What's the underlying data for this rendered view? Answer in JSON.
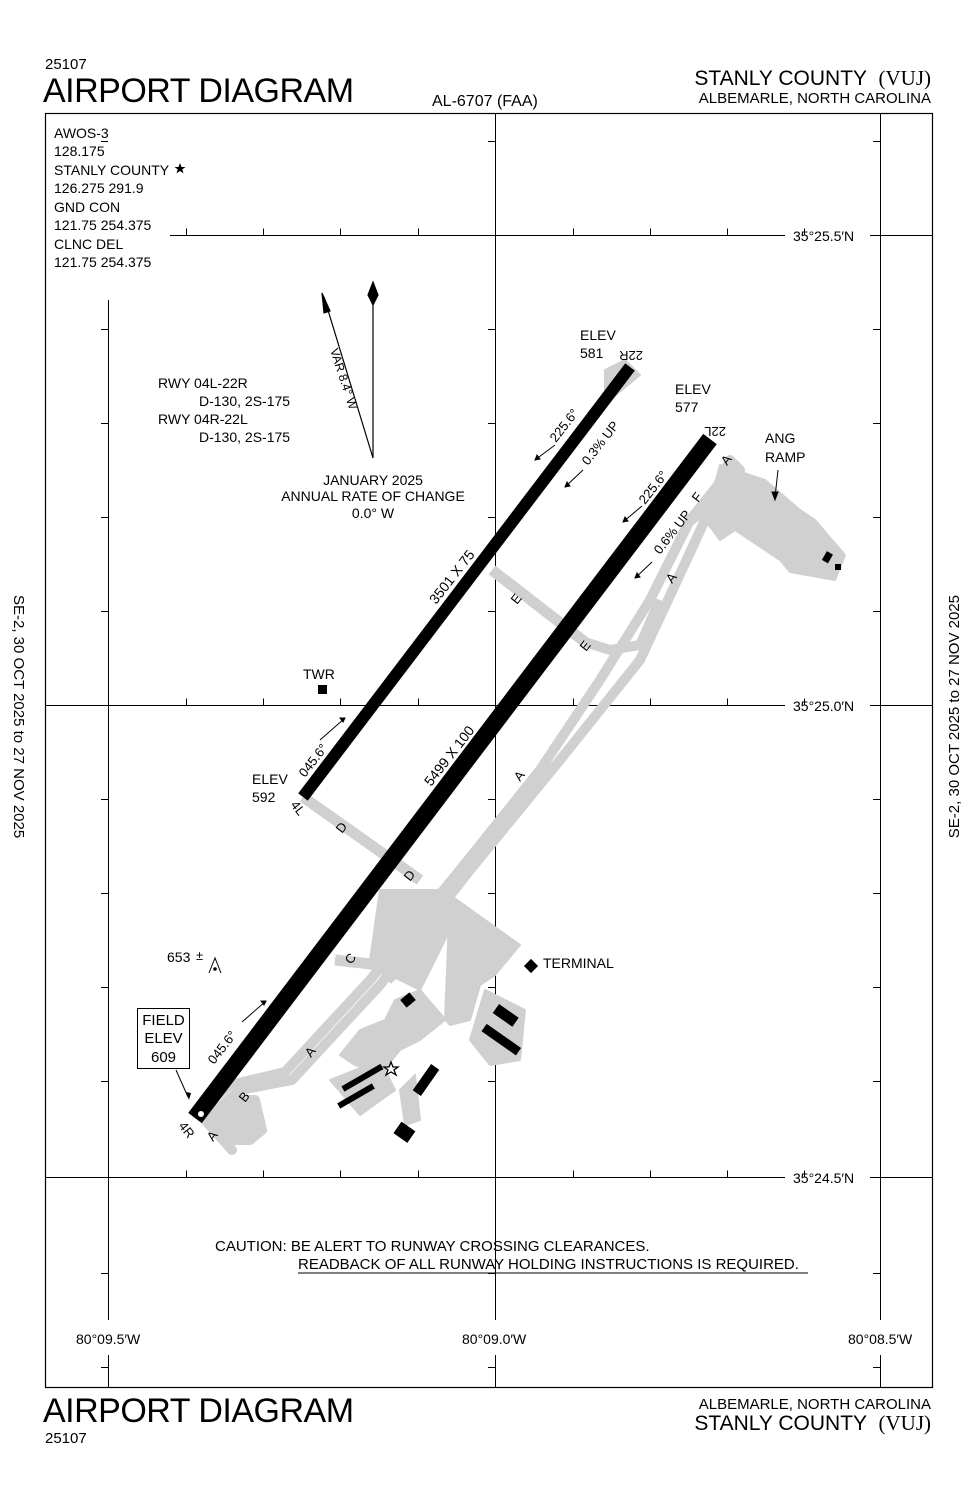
{
  "header": {
    "procedure_number": "25107",
    "title": "AIRPORT DIAGRAM",
    "chart_number": "AL-6707 (FAA)",
    "airport_name": "STANLY COUNTY",
    "airport_id": "(VUJ)",
    "city_state": "ALBEMARLE, NORTH CAROLINA"
  },
  "footer": {
    "procedure_number": "25107",
    "title": "AIRPORT DIAGRAM",
    "airport_name": "STANLY COUNTY",
    "airport_id": "(VUJ)",
    "city_state": "ALBEMARLE, NORTH CAROLINA"
  },
  "side_margin": {
    "left": "SE-2,  30 OCT 2025  to  27 NOV 2025",
    "right": "SE-2,  30 OCT 2025  to  27 NOV 2025"
  },
  "frequencies": [
    "AWOS-3",
    "128.175",
    "STANLY COUNTY",
    "126.275  291.9",
    "GND CON",
    "121.75  254.375",
    "CLNC DEL",
    "121.75  254.375"
  ],
  "ctaf_symbol": "star",
  "magnetic_variation": {
    "label": "VAR 8.4° W",
    "epoch": "JANUARY 2025",
    "rate_label": "ANNUAL RATE OF CHANGE",
    "rate": "0.0° W"
  },
  "runway_strength": [
    {
      "runway": "RWY 04L-22R",
      "strength": "D-130, 2S-175"
    },
    {
      "runway": "RWY 04R-22L",
      "strength": "D-130, 2S-175"
    }
  ],
  "latitude_labels": [
    "35°25.5′N",
    "35°25.0′N",
    "35°24.5′N"
  ],
  "longitude_labels": [
    "80°09.5′W",
    "80°09.0′W",
    "80°08.5′W"
  ],
  "runways": [
    {
      "id": "04L-22R",
      "end_a": "4L",
      "end_b": "22R",
      "dimensions": "3501 X 75",
      "heading_a": "045.6°",
      "heading_b": "225.6°",
      "gradient": "0.3% UP",
      "elev_a_label": "ELEV",
      "elev_a": "592",
      "elev_b_label": "ELEV",
      "elev_b": "581"
    },
    {
      "id": "04R-22L",
      "end_a": "4R",
      "end_b": "22L",
      "dimensions": "5499 X 100",
      "heading_a": "045.6°",
      "heading_b": "225.6°",
      "gradient": "0.6% UP",
      "elev_b_label": "ELEV",
      "elev_b": "577"
    }
  ],
  "taxiways": [
    "A",
    "B",
    "C",
    "D",
    "E",
    "F"
  ],
  "labels": {
    "tower": "TWR",
    "terminal": "TERMINAL",
    "ang_ramp_1": "ANG",
    "ang_ramp_2": "RAMP",
    "obstacle": "653",
    "obstacle_suffix": "±",
    "field_elev_1": "FIELD",
    "field_elev_2": "ELEV",
    "field_elev_value": "609"
  },
  "caution": {
    "line1": "CAUTION: BE ALERT TO RUNWAY CROSSING CLEARANCES.",
    "line2": "READBACK OF ALL RUNWAY HOLDING INSTRUCTIONS IS REQUIRED."
  },
  "colors": {
    "runway": "#000000",
    "taxiway": "#d0d0d0",
    "border": "#000000",
    "background": "#ffffff"
  }
}
